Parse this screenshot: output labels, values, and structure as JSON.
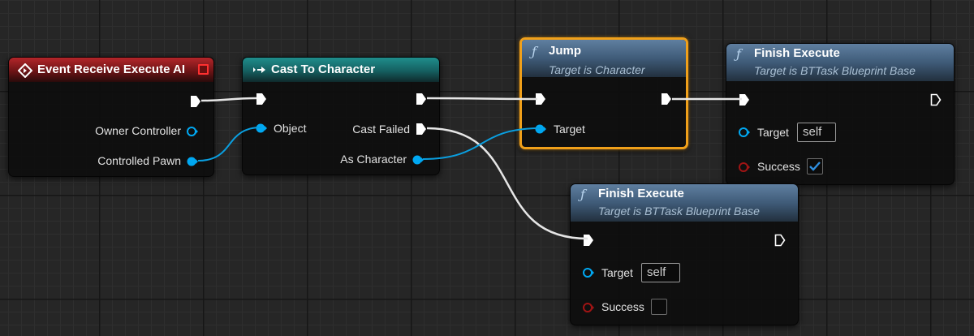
{
  "nodes": {
    "event": {
      "title": "Event Receive Execute AI",
      "pins": {
        "owner_controller": "Owner Controller",
        "controlled_pawn": "Controlled Pawn"
      }
    },
    "cast": {
      "title": "Cast To Character",
      "pins": {
        "object": "Object",
        "cast_failed": "Cast Failed",
        "as_character": "As Character"
      }
    },
    "jump": {
      "title": "Jump",
      "subtitle": "Target is Character",
      "pins": {
        "target": "Target"
      }
    },
    "finish_top": {
      "title": "Finish Execute",
      "subtitle": "Target is BTTask Blueprint Base",
      "pins": {
        "target": "Target",
        "target_value": "self",
        "success": "Success"
      },
      "success_checked": true
    },
    "finish_bottom": {
      "title": "Finish Execute",
      "subtitle": "Target is BTTask Blueprint Base",
      "pins": {
        "target": "Target",
        "target_value": "self",
        "success": "Success"
      },
      "success_checked": false
    }
  },
  "colors": {
    "exec_wire": "#ffffff",
    "object_pin": "#00a8f2",
    "bool_pin": "#8b1010",
    "selection": "#f0a01a"
  },
  "icons": {
    "event_node": "diamond-event-icon",
    "cast_node": "exec-arrows-icon",
    "function_node": "function-f-icon"
  }
}
